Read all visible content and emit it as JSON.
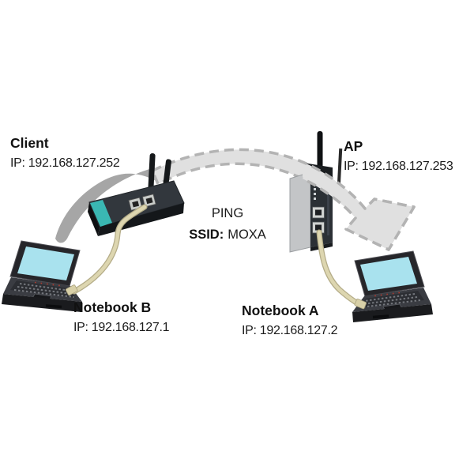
{
  "labels": {
    "client": {
      "title": "Client",
      "ip": "IP: 192.168.127.252"
    },
    "ap": {
      "title": "AP",
      "ip": "IP: 192.168.127.253"
    },
    "notebook_b": {
      "title": "Notebook B",
      "ip": "IP: 192.168.127.1"
    },
    "notebook_a": {
      "title": "Notebook A",
      "ip": "IP: 192.168.127.2"
    }
  },
  "center": {
    "ping": "PING",
    "ssid_label": "SSID:",
    "ssid_value": "MOXA"
  },
  "illustrations": {
    "wireless_link_arrow": "dashed-arc-arrow-left-to-right",
    "client_device": "wireless-client-bridge-two-antennas",
    "ap_device": "din-rail-wireless-ap",
    "notebook_b": "laptop-facing-right",
    "notebook_a": "laptop-facing-left",
    "cables": "beige-ethernet-cables"
  },
  "colors": {
    "background": "#ffffff",
    "text": "#1b1b1b",
    "arc_solid": "#a6a6a6",
    "arc_fill": "#e0e0e0",
    "arc_dash_border": "#b3b3b3",
    "laptop_screen_cyan": "#a9e2ee",
    "device_dark": "#2b3036",
    "teal_accent": "#3ab8b3",
    "ap_side_gray": "#c3c5c7",
    "cable_beige": "#d8d0a8"
  }
}
